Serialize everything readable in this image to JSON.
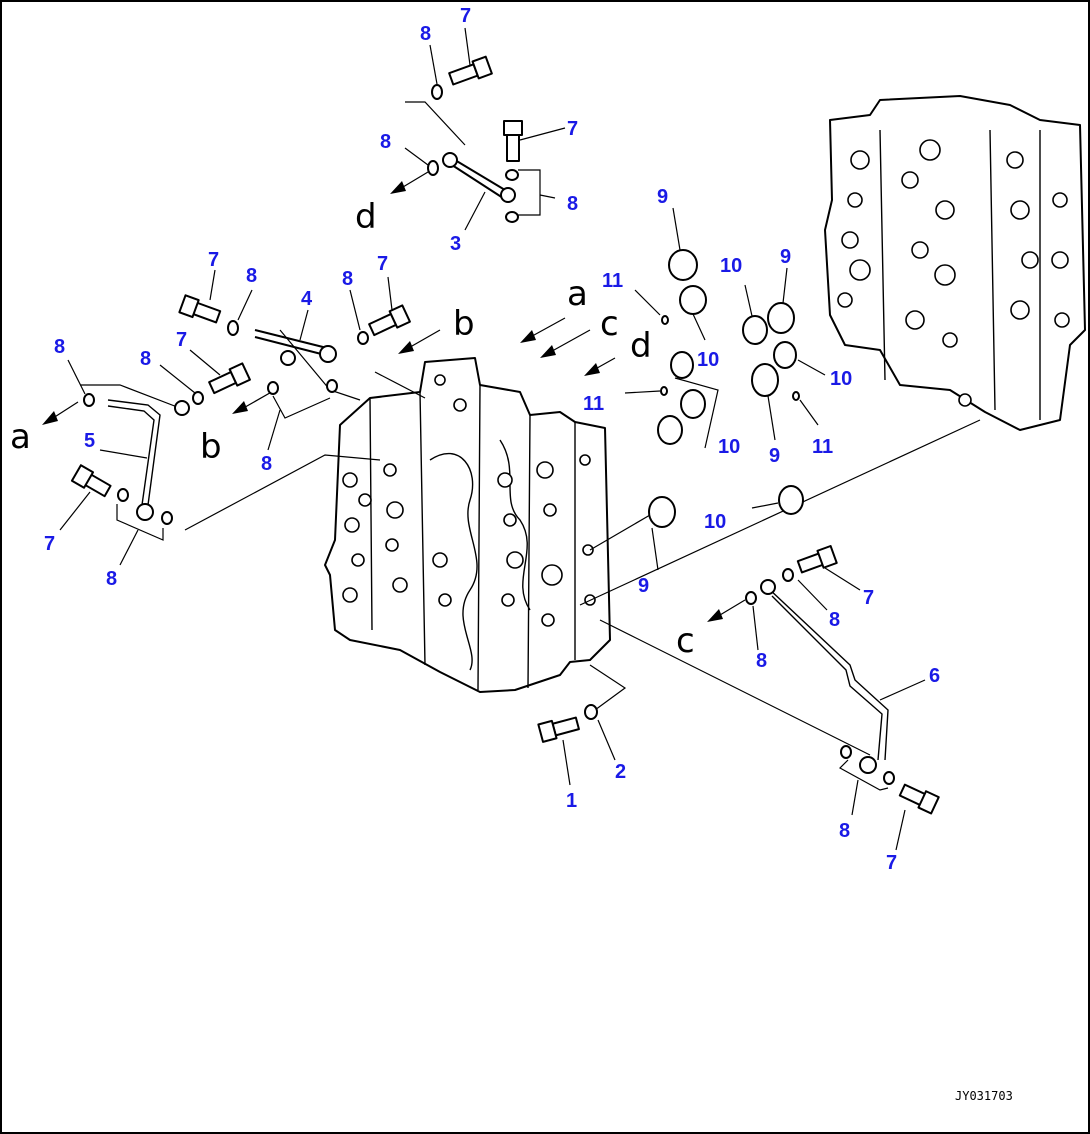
{
  "diagram": {
    "drawing_code": "JY031703",
    "callouts": {
      "c1": "1",
      "c2": "2",
      "c3": "3",
      "c4": "4",
      "c5": "5",
      "c6": "6",
      "c7": "7",
      "c8": "8",
      "c9": "9",
      "c10": "10",
      "c11": "11"
    },
    "connectors": {
      "a": "a",
      "b": "b",
      "c": "c",
      "d": "d"
    }
  }
}
